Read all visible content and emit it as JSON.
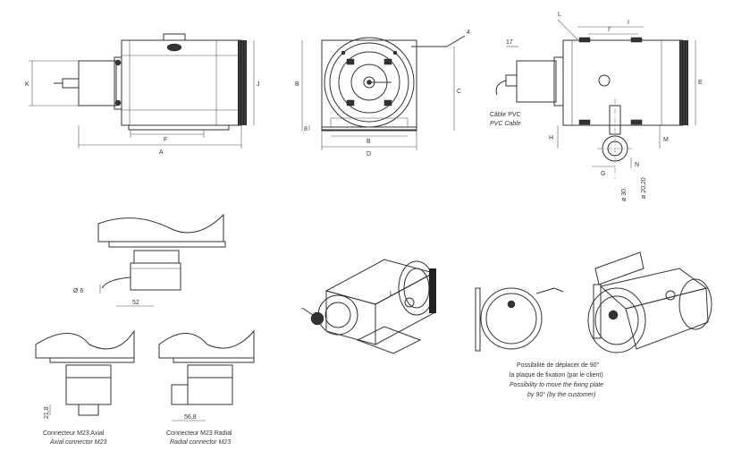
{
  "dimension_labels": {
    "A": "A",
    "B": "B",
    "C": "C",
    "D": "D",
    "E": "E",
    "F": "F",
    "G": "G",
    "H": "H",
    "I": "I",
    "I_prime": "I'",
    "J": "J",
    "K": "K",
    "L": "L",
    "M": "M",
    "N": "N",
    "eight": "8",
    "four": "4",
    "seventeen": "17",
    "d30": "ø 30",
    "d2020": "ø 20,20",
    "d6": "Ø 6",
    "fifty_two": "52",
    "twentyone": "21,8",
    "fiftysix": "56,8"
  },
  "cable_label": {
    "fr": "Câble PVC",
    "en": "PVC Cable"
  },
  "connector_axial": {
    "fr": "Connecteur M23 Axial",
    "en": "Axial connector M23"
  },
  "connector_radial": {
    "fr": "Connecteur M23 Radial",
    "en": "Radial connector M23"
  },
  "rotate_note": {
    "fr1": "Possibilité de déplacer de 90°",
    "fr2": "la plaque de fixation (par le client)",
    "en1": "Possibility to move the fixing plate",
    "en2": "by 90° (by the customer)"
  }
}
